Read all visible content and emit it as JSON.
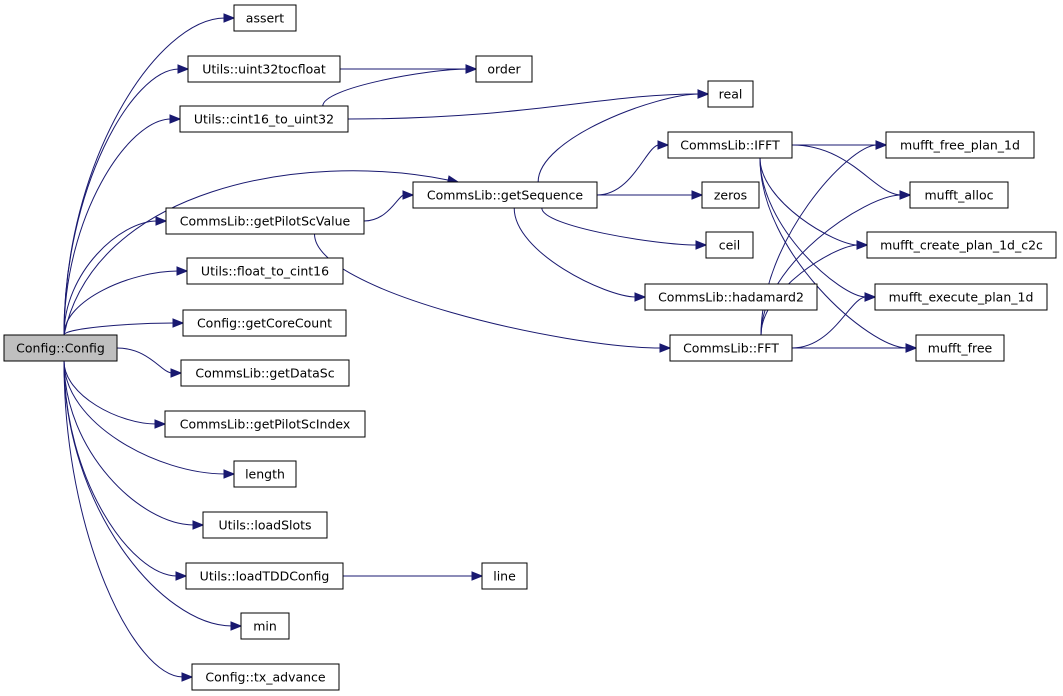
{
  "graph": {
    "edge_color": "#191970",
    "root_fill": "#bfbfbf",
    "nodes": [
      {
        "id": "config_ctor",
        "label": "Config::Config",
        "root": true
      },
      {
        "id": "assert",
        "label": "assert"
      },
      {
        "id": "uint32tocfloat",
        "label": "Utils::uint32tocfloat"
      },
      {
        "id": "cint16_to_uint32",
        "label": "Utils::cint16_to_uint32"
      },
      {
        "id": "getPilotScValue",
        "label": "CommsLib::getPilotScValue"
      },
      {
        "id": "float_to_cint16",
        "label": "Utils::float_to_cint16"
      },
      {
        "id": "getCoreCount",
        "label": "Config::getCoreCount"
      },
      {
        "id": "getDataSc",
        "label": "CommsLib::getDataSc"
      },
      {
        "id": "getPilotScIndex",
        "label": "CommsLib::getPilotScIndex"
      },
      {
        "id": "length",
        "label": "length"
      },
      {
        "id": "loadSlots",
        "label": "Utils::loadSlots"
      },
      {
        "id": "loadTDDConfig",
        "label": "Utils::loadTDDConfig"
      },
      {
        "id": "min",
        "label": "min"
      },
      {
        "id": "tx_advance",
        "label": "Config::tx_advance"
      },
      {
        "id": "order",
        "label": "order"
      },
      {
        "id": "real",
        "label": "real"
      },
      {
        "id": "getSequence",
        "label": "CommsLib::getSequence"
      },
      {
        "id": "line",
        "label": "line"
      },
      {
        "id": "ifft",
        "label": "CommsLib::IFFT"
      },
      {
        "id": "zeros",
        "label": "zeros"
      },
      {
        "id": "ceil",
        "label": "ceil"
      },
      {
        "id": "hadamard2",
        "label": "CommsLib::hadamard2"
      },
      {
        "id": "fft",
        "label": "CommsLib::FFT"
      },
      {
        "id": "mufft_free_plan_1d",
        "label": "mufft_free_plan_1d"
      },
      {
        "id": "mufft_alloc",
        "label": "mufft_alloc"
      },
      {
        "id": "mufft_create_plan_1d_c2c",
        "label": "mufft_create_plan_1d_c2c"
      },
      {
        "id": "mufft_execute_plan_1d",
        "label": "mufft_execute_plan_1d"
      },
      {
        "id": "mufft_free",
        "label": "mufft_free"
      }
    ],
    "edges": [
      [
        "config_ctor",
        "assert"
      ],
      [
        "config_ctor",
        "uint32tocfloat"
      ],
      [
        "config_ctor",
        "cint16_to_uint32"
      ],
      [
        "config_ctor",
        "getSequence"
      ],
      [
        "config_ctor",
        "getPilotScValue"
      ],
      [
        "config_ctor",
        "float_to_cint16"
      ],
      [
        "config_ctor",
        "getCoreCount"
      ],
      [
        "config_ctor",
        "getDataSc"
      ],
      [
        "config_ctor",
        "getPilotScIndex"
      ],
      [
        "config_ctor",
        "length"
      ],
      [
        "config_ctor",
        "loadSlots"
      ],
      [
        "config_ctor",
        "loadTDDConfig"
      ],
      [
        "config_ctor",
        "min"
      ],
      [
        "config_ctor",
        "tx_advance"
      ],
      [
        "uint32tocfloat",
        "order"
      ],
      [
        "cint16_to_uint32",
        "order"
      ],
      [
        "cint16_to_uint32",
        "real"
      ],
      [
        "getPilotScValue",
        "getSequence"
      ],
      [
        "getPilotScValue",
        "fft"
      ],
      [
        "loadTDDConfig",
        "line"
      ],
      [
        "getSequence",
        "real"
      ],
      [
        "getSequence",
        "ifft"
      ],
      [
        "getSequence",
        "zeros"
      ],
      [
        "getSequence",
        "ceil"
      ],
      [
        "getSequence",
        "hadamard2"
      ],
      [
        "ifft",
        "mufft_free_plan_1d"
      ],
      [
        "ifft",
        "mufft_alloc"
      ],
      [
        "ifft",
        "mufft_create_plan_1d_c2c"
      ],
      [
        "ifft",
        "mufft_execute_plan_1d"
      ],
      [
        "ifft",
        "mufft_free"
      ],
      [
        "fft",
        "mufft_free_plan_1d"
      ],
      [
        "fft",
        "mufft_alloc"
      ],
      [
        "fft",
        "mufft_create_plan_1d_c2c"
      ],
      [
        "fft",
        "mufft_execute_plan_1d"
      ],
      [
        "fft",
        "mufft_free"
      ]
    ]
  }
}
